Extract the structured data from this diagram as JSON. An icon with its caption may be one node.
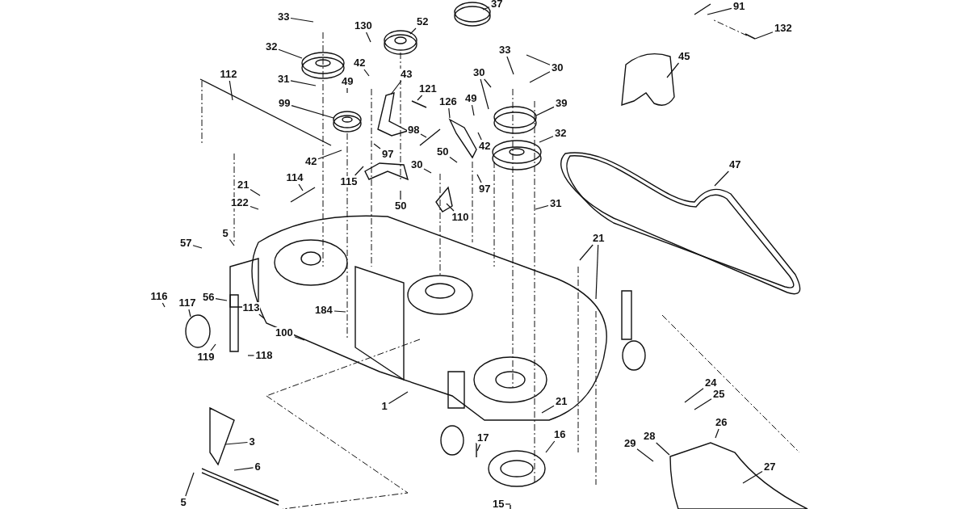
{
  "diagram": {
    "nodes": [
      {
        "text": [
          "33"
        ]
      },
      {
        "text": [
          "37"
        ]
      },
      {
        "text": [
          "130"
        ]
      },
      {
        "text": [
          "52"
        ]
      },
      {
        "text": [
          "32"
        ]
      },
      {
        "text": [
          "31"
        ]
      },
      {
        "text": [
          "42"
        ]
      },
      {
        "text": [
          "49"
        ]
      },
      {
        "text": [
          "43"
        ]
      },
      {
        "text": [
          "121"
        ]
      },
      {
        "text": [
          "99"
        ]
      },
      {
        "text": [
          "126"
        ]
      },
      {
        "text": [
          "49"
        ]
      },
      {
        "text": [
          "30"
        ]
      },
      {
        "text": [
          "33"
        ]
      },
      {
        "text": [
          "30"
        ]
      },
      {
        "text": [
          "39"
        ]
      },
      {
        "text": [
          "98"
        ]
      },
      {
        "text": [
          "42"
        ]
      },
      {
        "text": [
          "32"
        ]
      },
      {
        "text": [
          "42"
        ]
      },
      {
        "text": [
          "97"
        ]
      },
      {
        "text": [
          "115"
        ]
      },
      {
        "text": [
          "50"
        ]
      },
      {
        "text": [
          "30"
        ]
      },
      {
        "text": [
          "97"
        ]
      },
      {
        "text": [
          "50"
        ]
      },
      {
        "text": [
          "110"
        ]
      },
      {
        "text": [
          "47"
        ]
      },
      {
        "text": [
          "31"
        ]
      },
      {
        "text": [
          "45"
        ]
      },
      {
        "text": [
          "91"
        ]
      },
      {
        "text": [
          "132"
        ]
      },
      {
        "text": [
          "112"
        ]
      },
      {
        "text": [
          "21"
        ]
      },
      {
        "text": [
          "122"
        ]
      },
      {
        "text": [
          "114"
        ]
      },
      {
        "text": [
          "5"
        ]
      },
      {
        "text": [
          "57"
        ]
      },
      {
        "text": [
          "116"
        ]
      },
      {
        "text": [
          "117"
        ]
      },
      {
        "text": [
          "56"
        ]
      },
      {
        "text": [
          "113"
        ]
      },
      {
        "text": [
          "184"
        ]
      },
      {
        "text": [
          "100"
        ]
      },
      {
        "text": [
          "119"
        ]
      },
      {
        "text": [
          "118"
        ]
      },
      {
        "text": [
          "1"
        ]
      },
      {
        "text": [
          "3"
        ]
      },
      {
        "text": [
          "6"
        ]
      },
      {
        "text": [
          "5"
        ]
      },
      {
        "text": [
          "21"
        ]
      },
      {
        "text": [
          "17"
        ]
      },
      {
        "text": [
          "16"
        ]
      },
      {
        "text": [
          "15"
        ]
      },
      {
        "text": [
          "21"
        ]
      },
      {
        "text": [
          "24"
        ]
      },
      {
        "text": [
          "25"
        ]
      },
      {
        "text": [
          "26"
        ]
      },
      {
        "text": [
          "27"
        ]
      },
      {
        "text": [
          "28"
        ]
      },
      {
        "text": [
          "29"
        ]
      }
    ],
    "edges": [
      {
        "from": 0,
        "to": null,
        "arrow": "none"
      },
      {
        "from": 1,
        "to": null,
        "arrow": "none"
      },
      {
        "from": 2,
        "to": null,
        "arrow": "none"
      },
      {
        "from": 3,
        "to": null,
        "arrow": "none"
      },
      {
        "from": 4,
        "to": null,
        "arrow": "none"
      },
      {
        "from": 5,
        "to": null,
        "arrow": "none"
      },
      {
        "from": 6,
        "to": null,
        "arrow": "none"
      },
      {
        "from": 7,
        "to": null,
        "arrow": "none"
      },
      {
        "from": 8,
        "to": null,
        "arrow": "none"
      },
      {
        "from": 9,
        "to": null,
        "arrow": "none"
      },
      {
        "from": 10,
        "to": null,
        "arrow": "none"
      },
      {
        "from": 11,
        "to": null,
        "arrow": "none"
      },
      {
        "from": 12,
        "to": null,
        "arrow": "none"
      },
      {
        "from": 13,
        "to": null,
        "arrow": "none"
      },
      {
        "from": 13,
        "to": null,
        "arrow": "none"
      },
      {
        "from": 14,
        "to": null,
        "arrow": "none"
      },
      {
        "from": 15,
        "to": null,
        "arrow": "none"
      },
      {
        "from": 15,
        "to": null,
        "arrow": "none"
      },
      {
        "from": 16,
        "to": null,
        "arrow": "none"
      },
      {
        "from": 17,
        "to": null,
        "arrow": "none"
      },
      {
        "from": 18,
        "to": null,
        "arrow": "none"
      },
      {
        "from": 19,
        "to": null,
        "arrow": "none"
      },
      {
        "from": 20,
        "to": null,
        "arrow": "none"
      },
      {
        "from": 21,
        "to": null,
        "arrow": "none"
      },
      {
        "from": 22,
        "to": null,
        "arrow": "none"
      },
      {
        "from": 23,
        "to": null,
        "arrow": "none"
      },
      {
        "from": 24,
        "to": null,
        "arrow": "none"
      },
      {
        "from": 25,
        "to": null,
        "arrow": "none"
      },
      {
        "from": 26,
        "to": null,
        "arrow": "none"
      },
      {
        "from": 27,
        "to": null,
        "arrow": "none"
      },
      {
        "from": 28,
        "to": null,
        "arrow": "none"
      },
      {
        "from": 29,
        "to": null,
        "arrow": "none"
      },
      {
        "from": 30,
        "to": null,
        "arrow": "none"
      },
      {
        "from": 31,
        "to": null,
        "arrow": "none"
      },
      {
        "from": 32,
        "to": null,
        "arrow": "none"
      },
      {
        "from": 33,
        "to": null,
        "arrow": "none"
      },
      {
        "from": 34,
        "to": null,
        "arrow": "none"
      },
      {
        "from": 35,
        "to": null,
        "arrow": "none"
      },
      {
        "from": 36,
        "to": null,
        "arrow": "none"
      },
      {
        "from": 37,
        "to": null,
        "arrow": "none"
      },
      {
        "from": 38,
        "to": null,
        "arrow": "none"
      },
      {
        "from": 39,
        "to": null,
        "arrow": "none"
      },
      {
        "from": 40,
        "to": null,
        "arrow": "none"
      },
      {
        "from": 41,
        "to": null,
        "arrow": "none"
      },
      {
        "from": 42,
        "to": null,
        "arrow": "none"
      },
      {
        "from": 43,
        "to": null,
        "arrow": "none"
      },
      {
        "from": 44,
        "to": null,
        "arrow": "none"
      },
      {
        "from": 45,
        "to": null,
        "arrow": "none"
      },
      {
        "from": 46,
        "to": null,
        "arrow": "none"
      },
      {
        "from": 47,
        "to": null,
        "arrow": "none"
      },
      {
        "from": 48,
        "to": null,
        "arrow": "none"
      },
      {
        "from": 49,
        "to": null,
        "arrow": "none"
      },
      {
        "from": 50,
        "to": null,
        "arrow": "none"
      },
      {
        "from": 51,
        "to": null,
        "arrow": "none"
      },
      {
        "from": 51,
        "to": null,
        "arrow": "none"
      },
      {
        "from": 52,
        "to": null,
        "arrow": "none"
      },
      {
        "from": 53,
        "to": null,
        "arrow": "none"
      },
      {
        "from": 54,
        "to": null,
        "arrow": "none"
      },
      {
        "from": 55,
        "to": null,
        "arrow": "none"
      },
      {
        "from": 56,
        "to": null,
        "arrow": "none"
      },
      {
        "from": 57,
        "to": null,
        "arrow": "none"
      },
      {
        "from": 58,
        "to": null,
        "arrow": "none"
      },
      {
        "from": 59,
        "to": null,
        "arrow": "none"
      },
      {
        "from": 60,
        "to": null,
        "arrow": "none"
      },
      {
        "from": 61,
        "to": null,
        "arrow": "none"
      }
    ]
  }
}
